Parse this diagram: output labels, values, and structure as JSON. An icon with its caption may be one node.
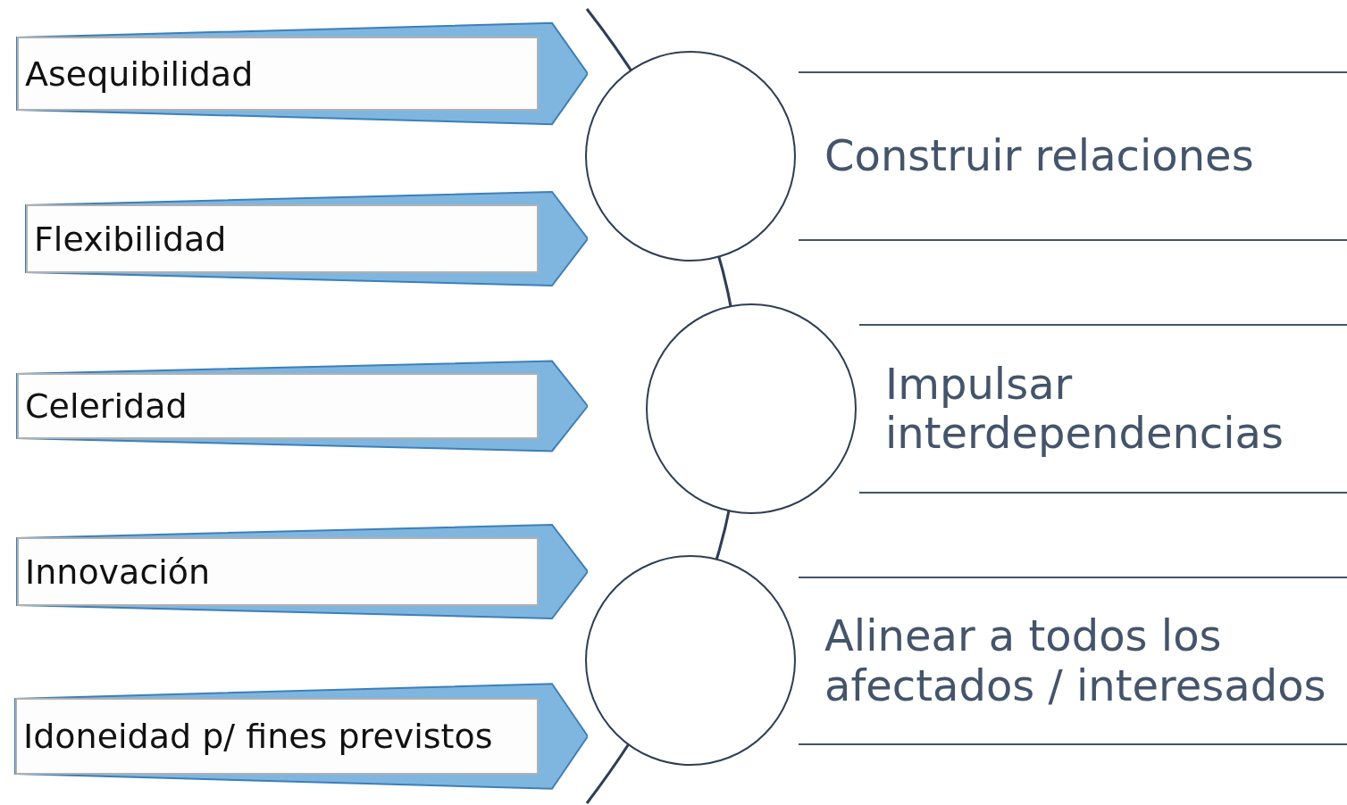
{
  "diagram": {
    "nodes": [
      {
        "text": [
          "Asequibilidad"
        ]
      },
      {
        "text": [
          "Flexibilidad"
        ]
      },
      {
        "text": [
          "Celeridad"
        ]
      },
      {
        "text": [
          "Innovación"
        ]
      },
      {
        "text": [
          "Idoneidad p/ fines previstos"
        ]
      },
      {
        "text": [],
        "shape": "circle"
      },
      {
        "text": [
          "Construir relaciones"
        ]
      },
      {
        "text": [],
        "shape": "circle"
      },
      {
        "text": [
          "Impulsar interdependencias"
        ]
      },
      {
        "text": [],
        "shape": "circle"
      },
      {
        "text": [
          "Alinear a todos los afectados / interesados"
        ]
      }
    ],
    "edges": []
  }
}
